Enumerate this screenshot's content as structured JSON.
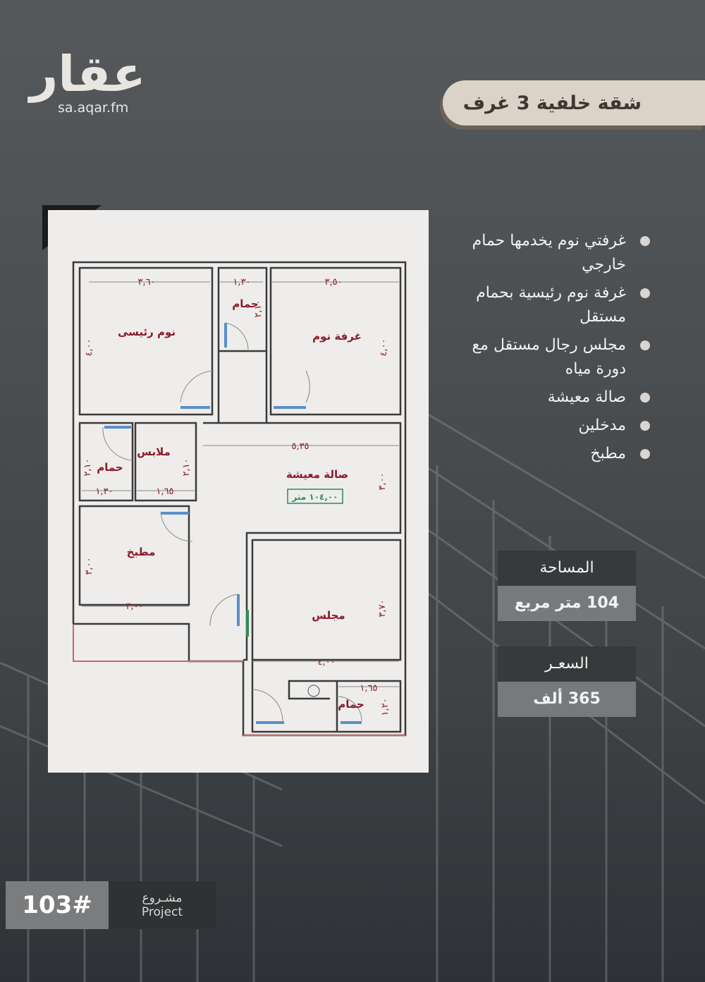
{
  "logo": {
    "text": "عقار",
    "url": "sa.aqar.fm"
  },
  "title": "شقة خلفية 3 غرف",
  "features": [
    "غرفتي نوم يخدمها حمام خارجي",
    "غرفة نوم رئيسية بحمام مستقل",
    "مجلس رجال مستقل مع دورة مياه",
    "صالة معيشة",
    "مدخلين",
    "مطبخ"
  ],
  "area": {
    "label": "المساحة",
    "value": "104 متر مربع"
  },
  "price": {
    "label": "السعـر",
    "value": "365 ألف"
  },
  "project": {
    "number": "103#",
    "label_ar": "مشـروع",
    "label_en": "Project"
  },
  "plan": {
    "rooms": {
      "master": "نوم رئيسى",
      "bath1": "حمام",
      "bedroom": "غرفة نوم",
      "closet": "ملابس",
      "bath2": "حمام",
      "living": "صالة معيشة",
      "kitchen": "مطبخ",
      "majlis": "مجلس",
      "bath3": "حمام"
    },
    "dims": {
      "master_w": "٣,٦٠",
      "bath1_w": "١,٣٠",
      "bedroom_w": "٣,٥٠",
      "living_w": "٥,٣٥",
      "bath2_w": "١,٣٠",
      "closet_w": "١,٦٥",
      "kitchen_w": "٣,٠٠",
      "majlis_w": "٤,٠٠",
      "bath3_w": "١,٦٥",
      "master_h": "٤,٠٠",
      "bedroom_h": "٤,٠٠",
      "bath1_h": "٢,١٠",
      "bath2_h": "٢,١٠",
      "closet_h": "٢,١٠",
      "living_h": "٣,٠٠",
      "kitchen_h": "٣,٠٠",
      "majlis_h": "٣,٧٠",
      "bath3_h": "١,٢٠"
    },
    "area_tag": "١٠٤,٠٠ متر"
  },
  "colors": {
    "wall": "#3a3a3a",
    "label": "#8b1a2a",
    "door": "#5b8fc9",
    "area_tag": "#2e8b57"
  }
}
